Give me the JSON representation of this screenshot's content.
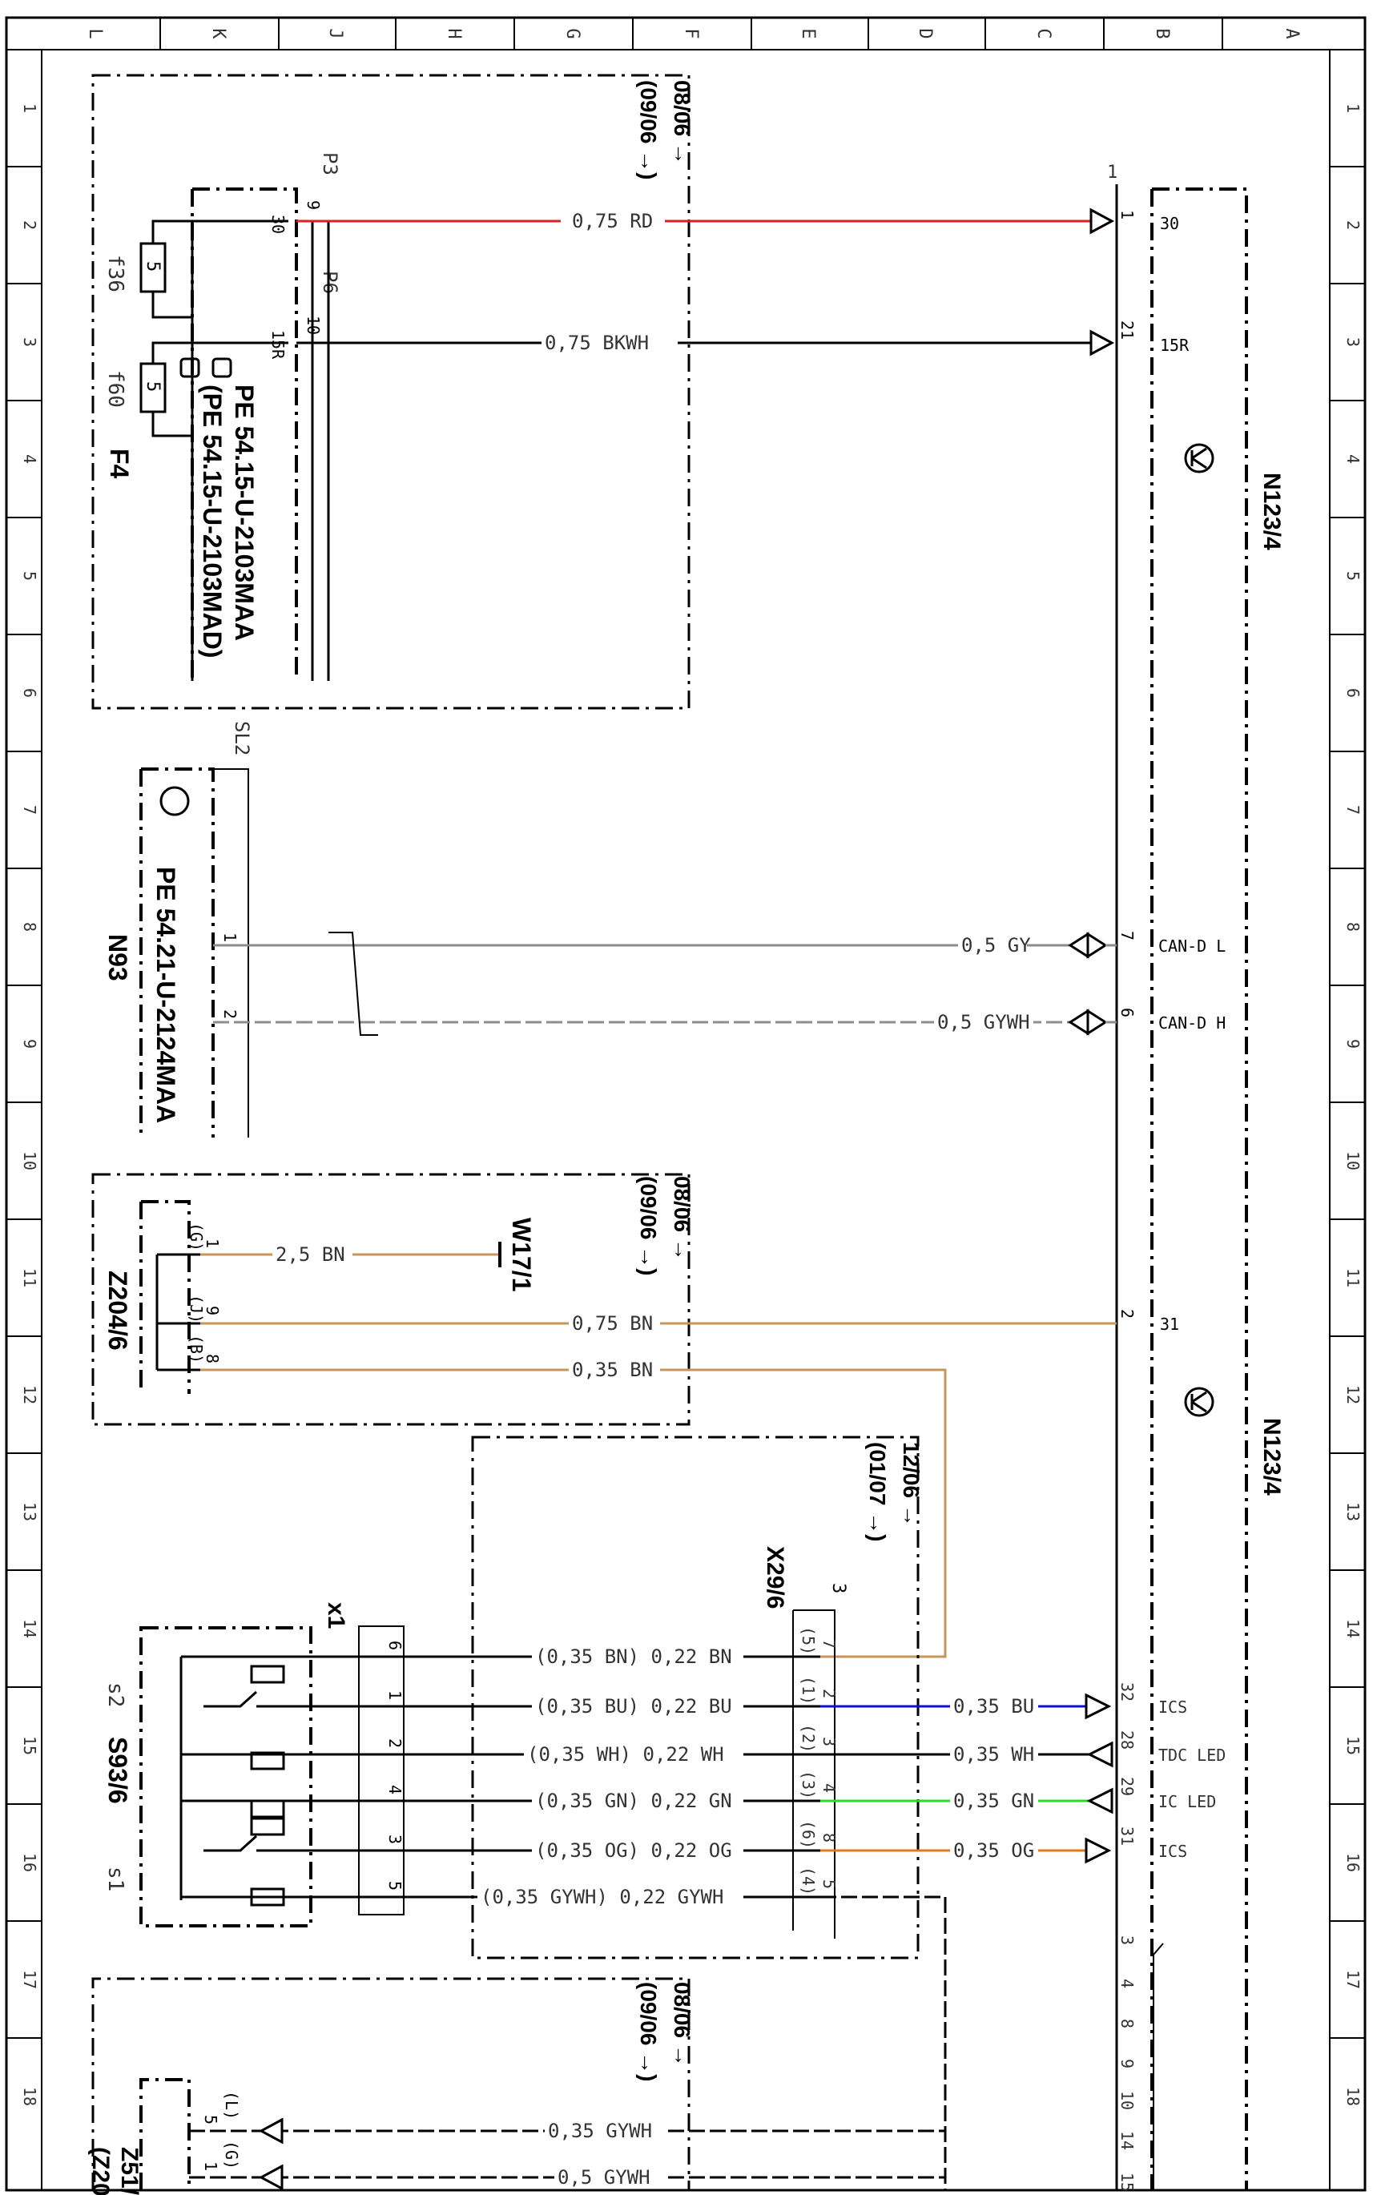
{
  "frame": {
    "top_columns": [
      "L",
      "K",
      "J",
      "H",
      "G",
      "F",
      "E",
      "D",
      "C",
      "B",
      "A"
    ],
    "side_rows": [
      "1",
      "2",
      "3",
      "4",
      "5",
      "6",
      "7",
      "8",
      "9",
      "10",
      "11",
      "12",
      "13",
      "14",
      "15",
      "16",
      "17",
      "18"
    ]
  },
  "components": {
    "f4_ref": "F4",
    "f36_ref": "f36",
    "f60_ref": "f60",
    "f36_rating": "5",
    "f60_rating": "5",
    "pe_f4_a": "PE 54.15-U-2103MAA",
    "pe_f4_b": "(PE 54.15-U-2103MAD)",
    "n93_ref": "N93",
    "pe_n93": "PE 54.21-U-2124MAA",
    "sl2": "SL2",
    "z204_ref": "Z204/6",
    "w17_ref": "W17/1",
    "x29_ref": "X29/6",
    "x29_pin_count": "3",
    "x1_ref": "x1",
    "s93_ref": "S93/6",
    "s2": "s2",
    "s1": "s1",
    "n123_ref": "N123/4",
    "z51_ref": "Z51/",
    "z20_ref": "(Z20",
    "p3": "P3",
    "p6": "P6",
    "n123_conn": "1",
    "date_a": "08/06 →",
    "date_b": "(09/06 →)",
    "date_c": "12/06 →",
    "date_d": "(01/07 →)"
  },
  "wires": [
    {
      "label": "0,75 RD",
      "color": "#e02020"
    },
    {
      "label": "0,75 BKWH",
      "color": "#000000"
    },
    {
      "label": "0,5 GY",
      "color": "#8c8c8c"
    },
    {
      "label": "0,5 GYWH",
      "color": "#8c8c8c"
    },
    {
      "label": "2,5 BN",
      "color": "#c8955a"
    },
    {
      "label": "0,75 BN",
      "color": "#c8955a"
    },
    {
      "label": "0,35 BN",
      "color": "#c8955a"
    },
    {
      "label": "(0,35 BN) 0,22 BN",
      "color": "#000000"
    },
    {
      "label": "(0,35 BU) 0,22 BU",
      "color": "#000000"
    },
    {
      "label": "(0,35 WH) 0,22 WH",
      "color": "#000000"
    },
    {
      "label": "(0,35 GN) 0,22 GN",
      "color": "#000000"
    },
    {
      "label": "(0,35 OG) 0,22 OG",
      "color": "#000000"
    },
    {
      "label": "(0,35 GYWH) 0,22 GYWH",
      "color": "#000000"
    },
    {
      "label": "0,35 BU",
      "color": "#1010d0"
    },
    {
      "label": "0,35 WH",
      "color": "#000000"
    },
    {
      "label": "0,35 GN",
      "color": "#20e020"
    },
    {
      "label": "0,35 OG",
      "color": "#e07a1a"
    },
    {
      "label": "0,35 GYWH",
      "color": "#000000"
    },
    {
      "label": "0,5 GYWH",
      "color": "#000000"
    }
  ],
  "pins": {
    "f4_30": "30",
    "f4_9": "9",
    "f4_15r": "15R",
    "f4_10": "10",
    "n93_1": "1",
    "n93_2": "2",
    "z_1": "1",
    "z_g": "(G)",
    "z_9": "9",
    "z_j": "(J)",
    "z_8": "8",
    "z_b": "(B)",
    "x1_6": "6",
    "x1_1": "1",
    "x1_2": "2",
    "x1_4": "4",
    "x1_3": "3",
    "x1_5": "5",
    "x29_7": "7",
    "x29_5p": "(5)",
    "x29_2": "2",
    "x29_1p": "(1)",
    "x29_3": "3",
    "x29_2p": "(2)",
    "x29_4": "4",
    "x29_3p": "(3)",
    "x29_8": "8",
    "x29_6p": "(6)",
    "x29_5": "5",
    "x29_4p": "(4)",
    "n_1": "1",
    "n_21": "21",
    "n_7": "7",
    "n_6": "6",
    "n_2": "2",
    "n_32": "32",
    "n_28": "28",
    "n_29": "29",
    "n_31": "31",
    "z51_5": "5",
    "z51_l": "(L)",
    "z51_1": "1",
    "z51_g": "(G)",
    "bottom_3": "3",
    "bottom_4": "4",
    "bottom_8": "8",
    "bottom_9": "9",
    "bottom_10": "10",
    "bottom_14": "14",
    "bottom_15": "15"
  },
  "signals": {
    "s30": "30",
    "s15r": "15R",
    "can_l": "CAN-D L",
    "can_h": "CAN-D H",
    "s31": "31",
    "ics1": "ICS",
    "tdc": "TDC LED",
    "ic_led": "IC LED",
    "ics2": "ICS"
  }
}
